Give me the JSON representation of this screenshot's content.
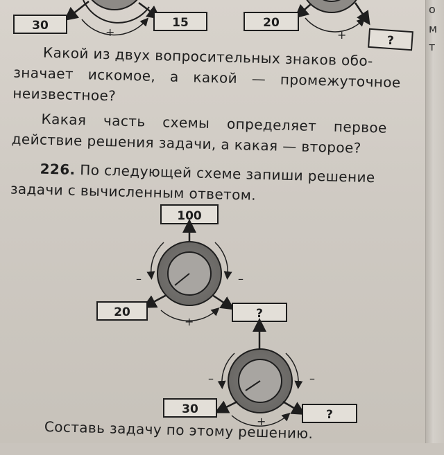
{
  "top_diagrams": {
    "left_box": "30",
    "middle_box": "15",
    "right_box": "20",
    "question_box": "?",
    "plus_left": "+",
    "plus_right": "+"
  },
  "paragraphs": {
    "q1_line1": "Какой из двух вопросительных знаков обо-",
    "q1_line2": "значает искомое, а какой — промежуточное",
    "q1_line3": "неизвестное?",
    "q2_line1": "Какая часть схемы определяет первое",
    "q2_line2": "действие решения задачи, а какая — второе?"
  },
  "task": {
    "number": "226.",
    "line1": "По следующей схеме запиши решение",
    "line2": "задачи с вычисленным ответом.",
    "footer": "Составь задачу по этому решению."
  },
  "diagram1": {
    "top_box": "100",
    "left_box": "20",
    "right_box": "?",
    "minus_left": "–",
    "minus_right": "–",
    "plus": "+"
  },
  "diagram2": {
    "left_box": "30",
    "right_box": "?",
    "minus_left": "–",
    "minus_right": "–",
    "plus": "+"
  },
  "edge_letters": [
    "о",
    "м",
    "т"
  ]
}
